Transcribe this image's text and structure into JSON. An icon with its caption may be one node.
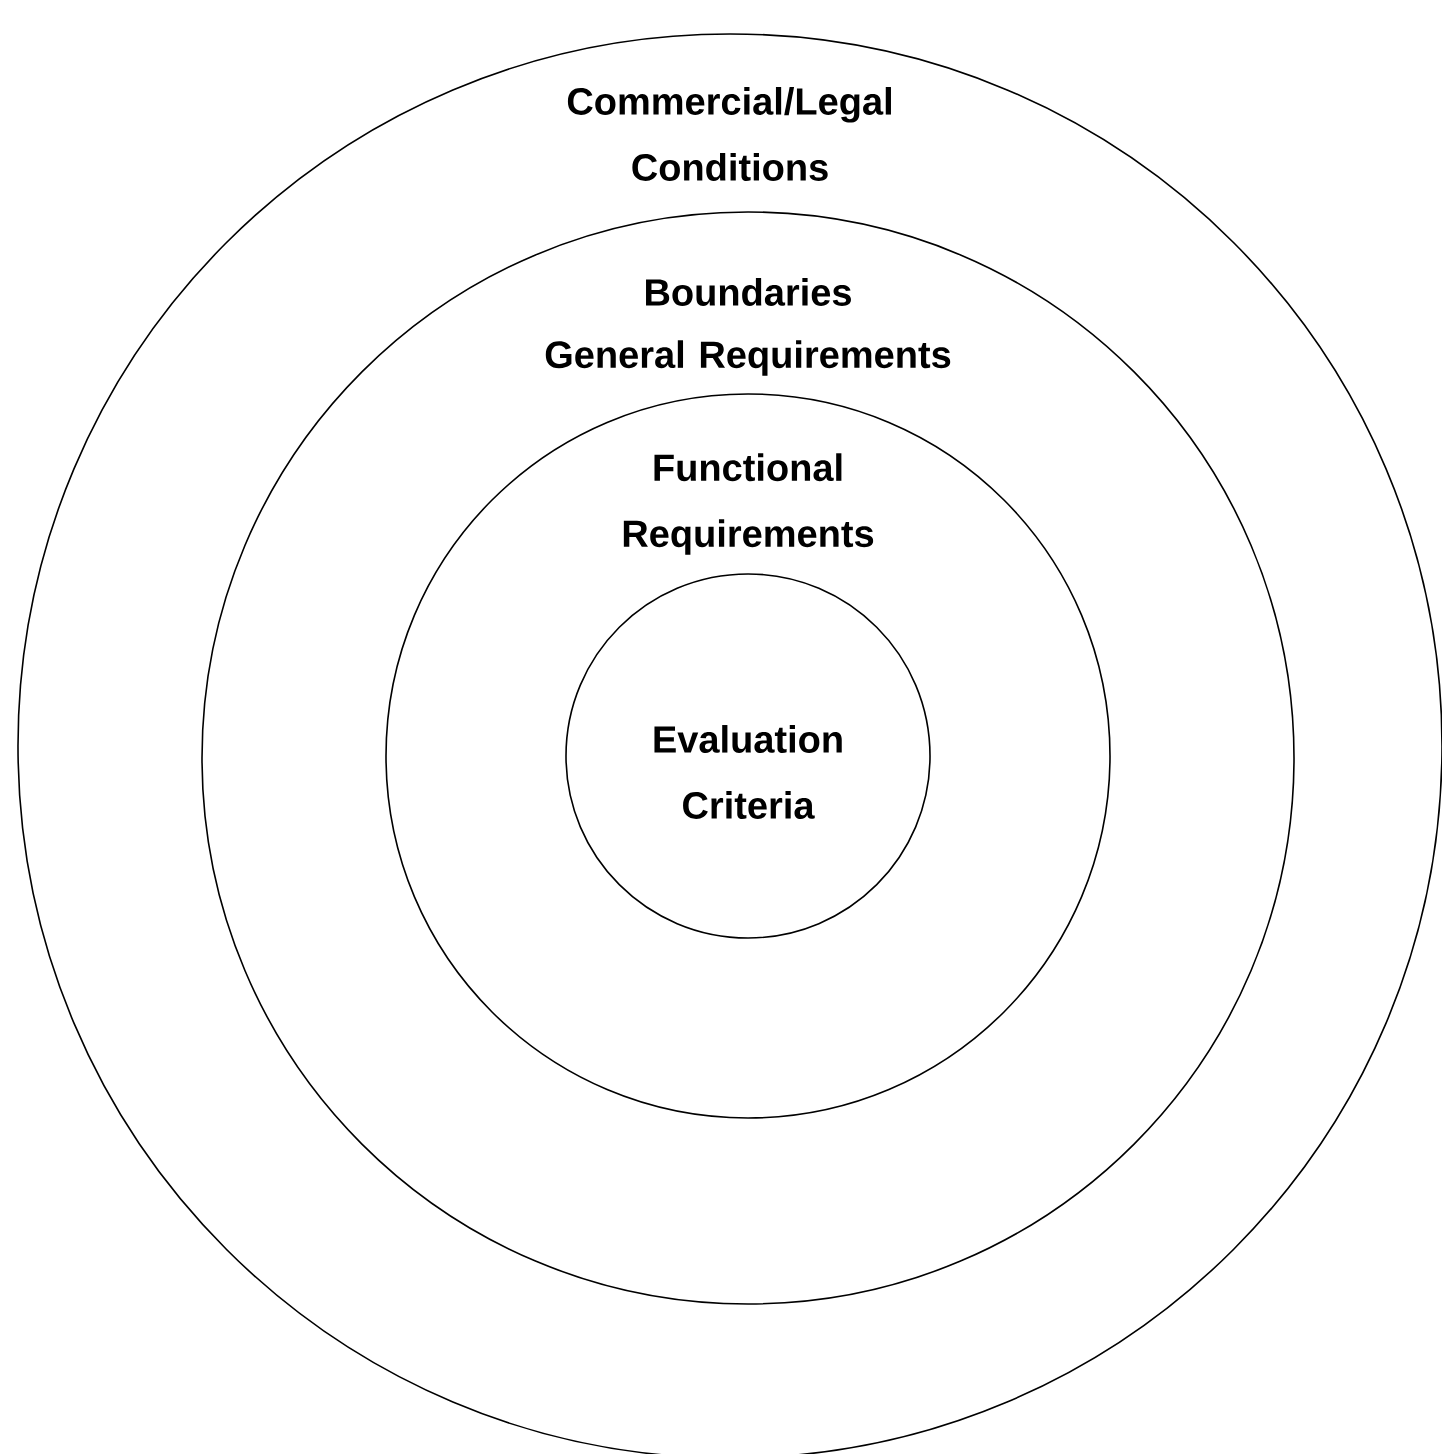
{
  "diagram": {
    "nodes": [
      {
        "text": [
          "Commercial/Legal Conditions"
        ]
      },
      {
        "text": [
          "Boundaries",
          "General Requirements"
        ],
        "in": 0
      },
      {
        "text": [
          "Functional Requirements"
        ],
        "in": 1
      },
      {
        "text": [
          "Evaluation Criteria"
        ],
        "in": 2
      }
    ]
  }
}
